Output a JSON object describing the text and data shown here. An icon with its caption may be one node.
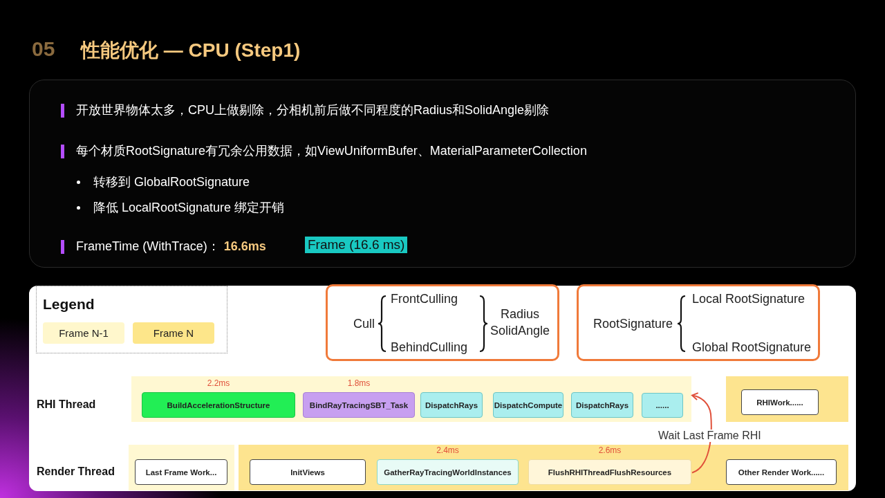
{
  "diagram": {
    "title": "性能优化 — CPU (Step1)",
    "nodes": [
      {
        "text": [
          "Cull",
          "FrontCulling",
          "BehindCulling",
          "Radius SolidAngle"
        ]
      },
      {
        "text": [
          "RootSignature",
          "Local RootSignature",
          "Global RootSignature"
        ]
      },
      {
        "text": [],
        "shape": "bar"
      },
      {
        "text": [
          "BuildAccelerationStructure"
        ],
        "in": 2,
        "beside": [
          "2.2ms"
        ]
      },
      {
        "text": [
          "BindRayTracingSBT_Task"
        ],
        "in": 2,
        "beside": [
          "1.8ms"
        ]
      },
      {
        "text": [
          "DispatchRays"
        ],
        "in": 2
      },
      {
        "text": [
          "DispatchCompute"
        ],
        "in": 2
      },
      {
        "text": [
          "DispatchRays"
        ],
        "in": 2
      },
      {
        "text": [
          "......"
        ],
        "in": 2
      },
      {
        "text": [],
        "shape": "bar"
      },
      {
        "text": [
          "RHIWork......"
        ],
        "in": 9
      },
      {
        "text": [],
        "shape": "bar"
      },
      {
        "text": [
          "Last Frame Work..."
        ],
        "in": 11
      },
      {
        "text": [],
        "shape": "bar"
      },
      {
        "text": [
          "InitViews"
        ],
        "in": 13
      },
      {
        "text": [
          "GatherRayTracingWorldInstances"
        ],
        "in": 13,
        "beside": [
          "2.4ms"
        ]
      },
      {
        "text": [
          "FlushRHIThreadFlushResources"
        ],
        "in": 13,
        "beside": [
          "2.6ms"
        ]
      },
      {
        "text": [
          "Other Render Work......"
        ],
        "in": 13
      }
    ],
    "edges": [
      {
        "from": 16,
        "to": 2,
        "arrow": "to",
        "label": "Wait Last Frame RHI",
        "color": "#e0503a"
      }
    ],
    "labels": [
      "05",
      "开放世界物体太多，CPU上做剔除，分相机前后做不同程度的Radius和SolidAngle剔除",
      "每个材质RootSignature有冗余公用数据，如ViewUniformBufer、MaterialParameterCollection",
      "转移到 GlobalRootSignature",
      "降低 LocalRootSignature 绑定开销",
      "FrameTime (WithTrace)：**16.6ms**",
      "Frame (16.6 ms)",
      "Legend",
      "RHI Thread",
      "Render Thread"
    ],
    "legend": [
      {
        "text": "Frame N-1",
        "color": "#fff7cc"
      },
      {
        "text": "Frame N",
        "color": "#fde68a"
      }
    ]
  }
}
